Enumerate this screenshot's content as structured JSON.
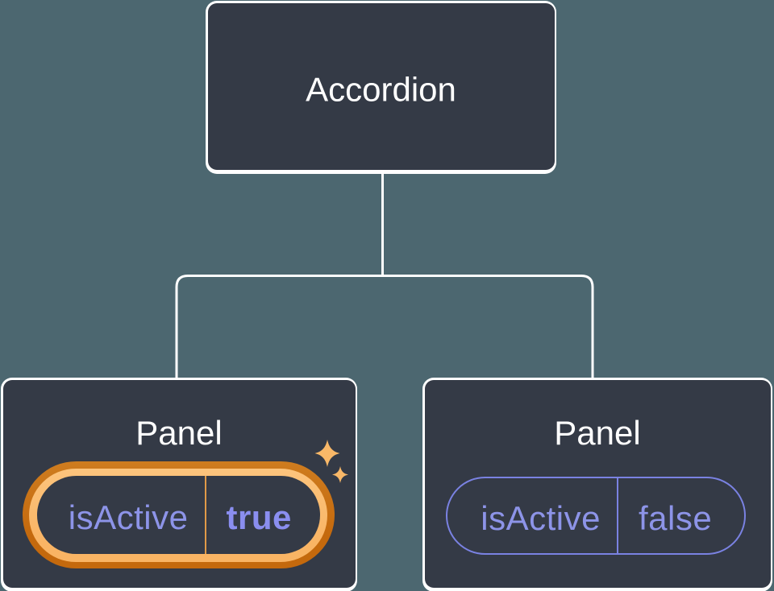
{
  "diagram": {
    "root": {
      "label": "Accordion"
    },
    "children": [
      {
        "label": "Panel",
        "state": {
          "key": "isActive",
          "value": "true"
        },
        "highlighted": true
      },
      {
        "label": "Panel",
        "state": {
          "key": "isActive",
          "value": "false"
        },
        "highlighted": false
      }
    ]
  },
  "theme": {
    "bg": "#4C6770",
    "node-fill": "#343A46",
    "line": "#FFFFFF",
    "purple": "#8D94E8",
    "purple-bold": "#8A8EF0",
    "purple-border": "#7A82E2",
    "orange-light": "#F9B464",
    "orange-light-hi": "#FCC47D",
    "orange-dark": "#C4690D",
    "orange-dark-hi": "#CE7C1F",
    "orange-div": "#E09A48",
    "star": "#F9B868"
  }
}
